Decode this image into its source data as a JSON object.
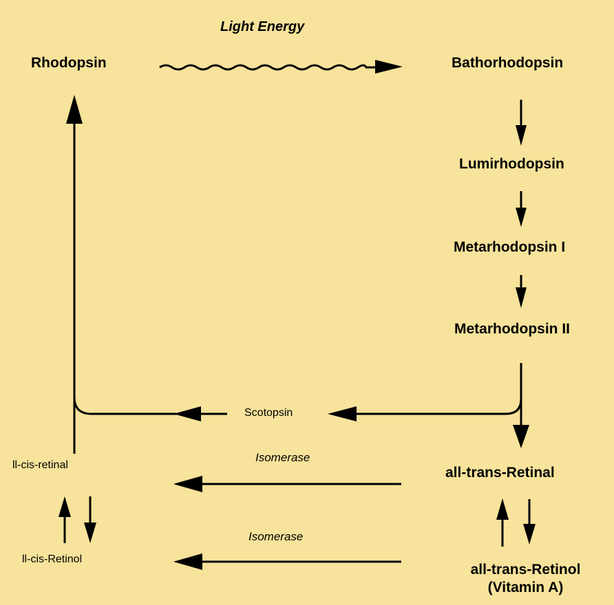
{
  "diagram": {
    "light_energy": "Light Energy",
    "rhodopsin": "Rhodopsin",
    "bathorhodopsin": "Bathorhodopsin",
    "lumirhodopsin": "Lumirhodopsin",
    "metarhodopsin_1": "Metarhodopsin I",
    "metarhodopsin_2": "Metarhodopsin II",
    "scotopsin": "Scotopsin",
    "isomerase_top": "Isomerase",
    "isomerase_bottom": "Isomerase",
    "all_trans_retinal": "all-trans-Retinal",
    "all_trans_retinol": "all-trans-Retinol",
    "vitamin_a": "(Vitamin A)",
    "cis_retinal": "ll-cis-retinal",
    "cis_retinol": "ll-cis-Retinol"
  },
  "colors": {
    "background": "#f7e39b",
    "ink": "#000000"
  }
}
